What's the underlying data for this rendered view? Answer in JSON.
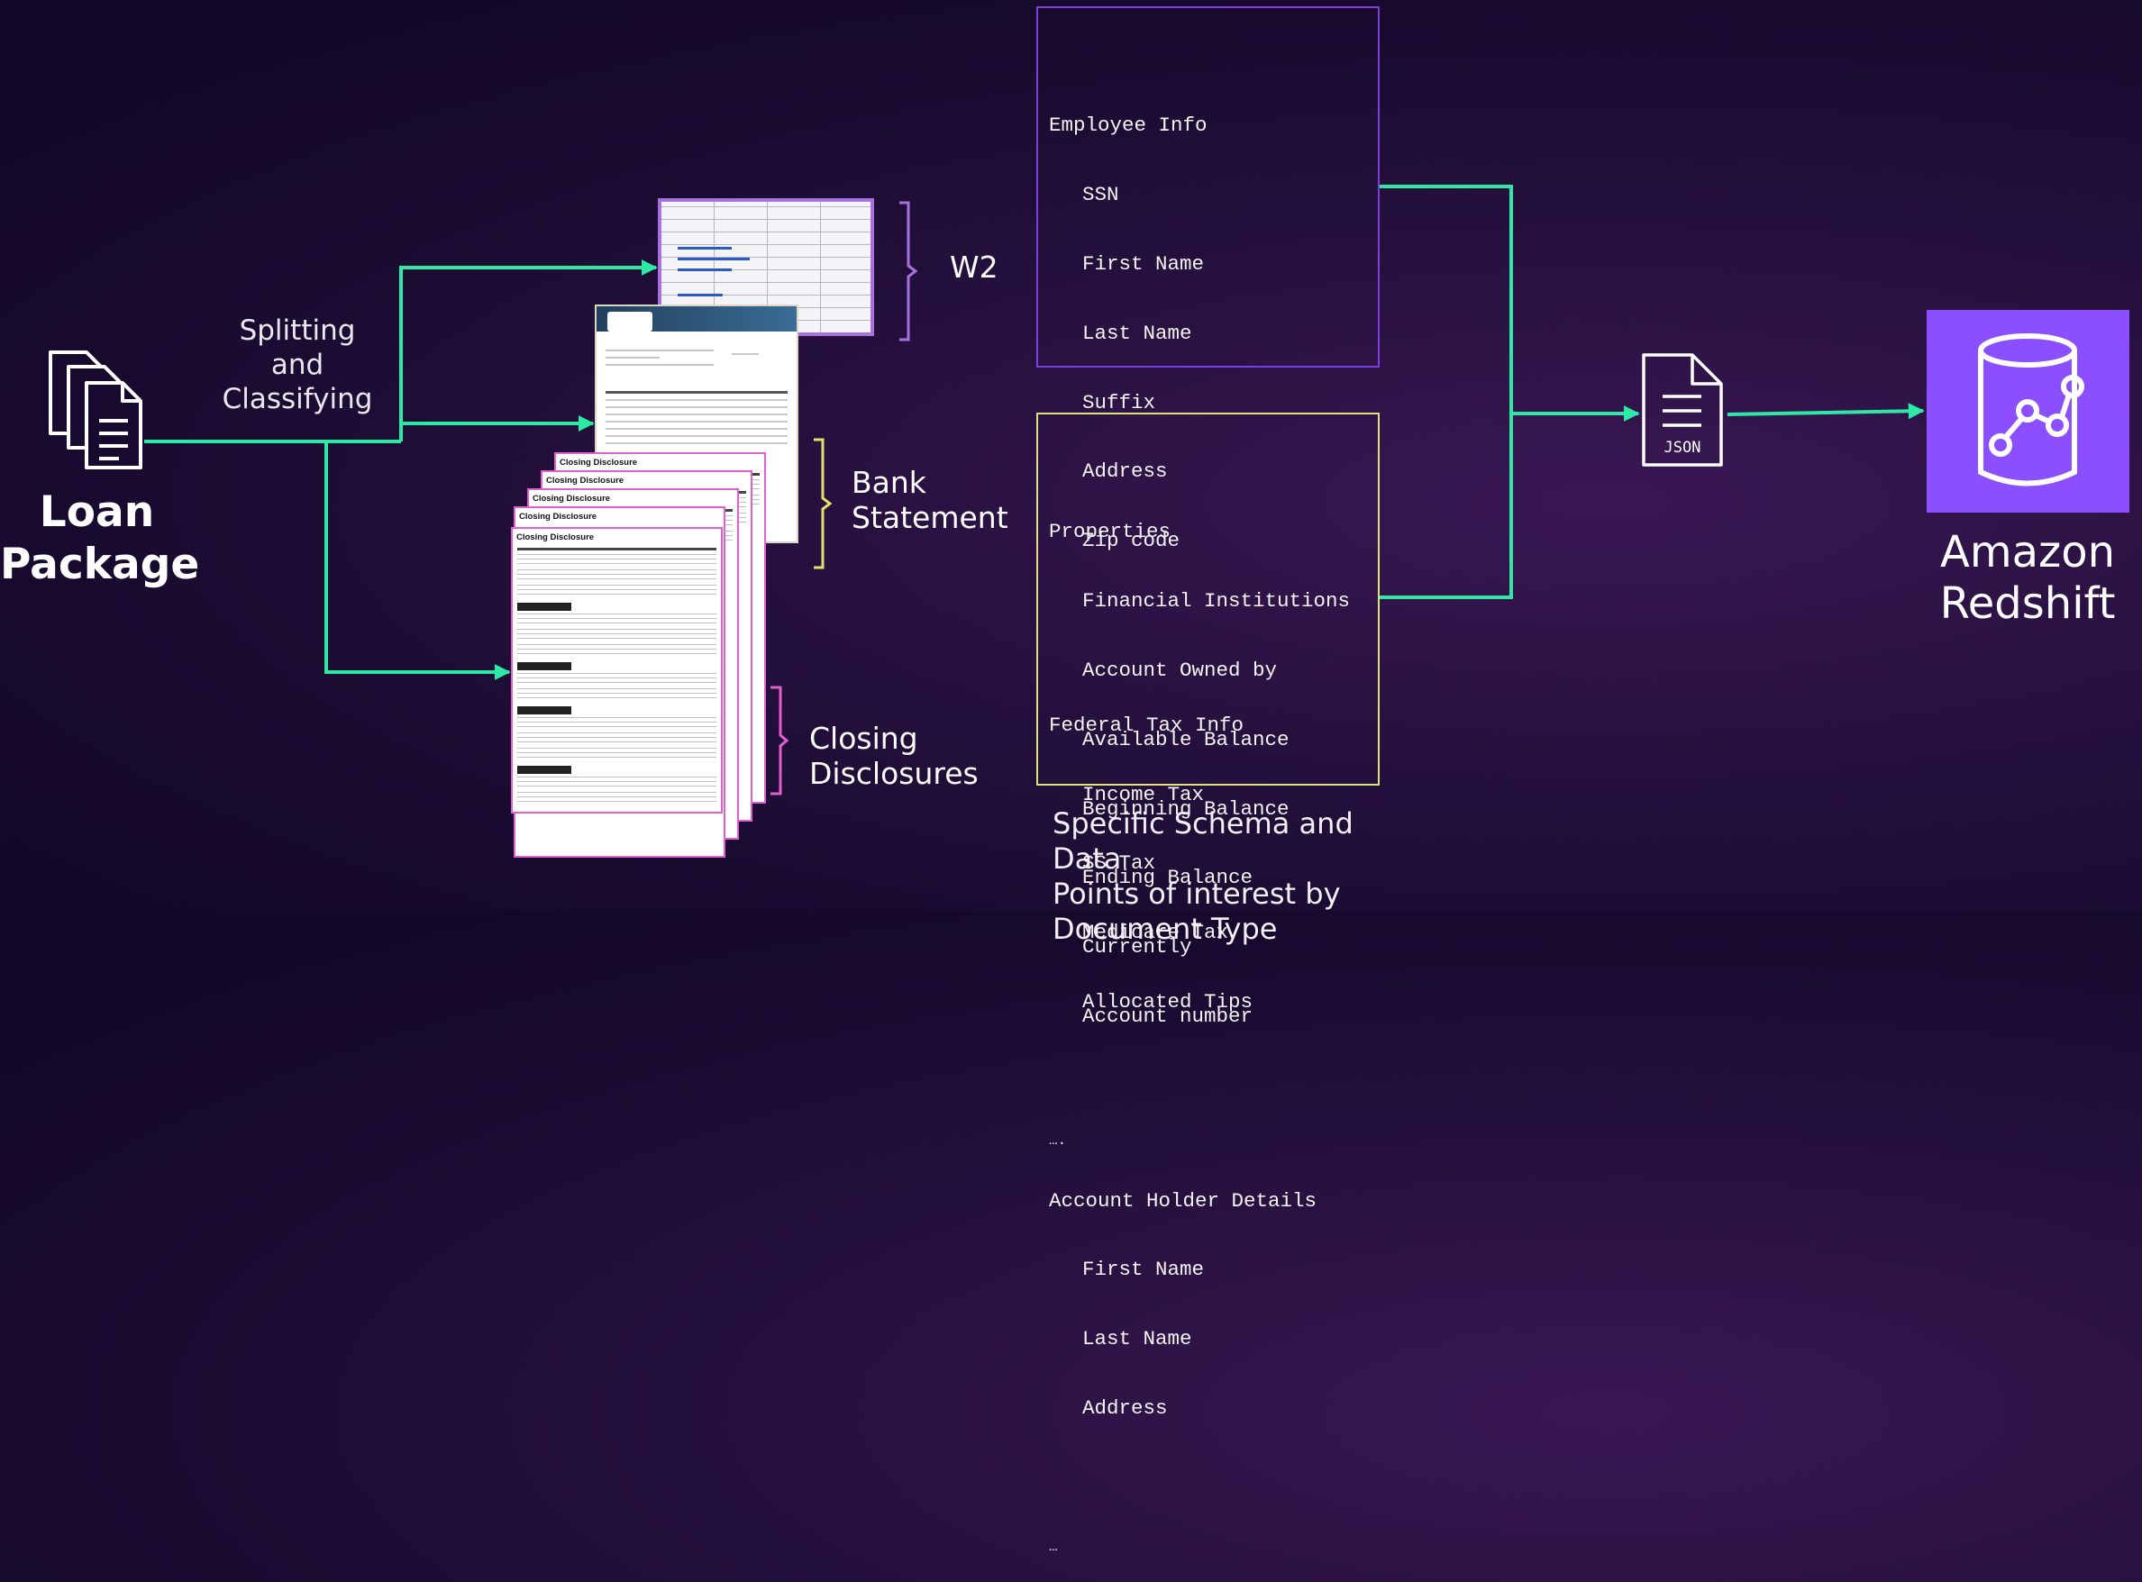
{
  "loan_package": {
    "label_line1": "Loan",
    "label_line2": "Package",
    "icon": "documents-icon"
  },
  "process": {
    "line1": "Splitting",
    "line2": "and",
    "line3": "Classifying"
  },
  "documents": {
    "w2": {
      "label": "W2",
      "bracket_color": "#a970e0"
    },
    "bank_statement": {
      "label_line1": "Bank",
      "label_line2": "Statement",
      "bracket_color": "#e3df6c"
    },
    "closing_disclosures": {
      "label_line1": "Closing",
      "label_line2": "Disclosures",
      "bracket_color": "#e25fcf",
      "sheet_title": "Closing Disclosure"
    }
  },
  "schema_w2": {
    "border_color": "#7c3fdc",
    "sections": [
      {
        "title": "Employee Info",
        "items": [
          "SSN",
          "First Name",
          "Last Name",
          "Suffix",
          "Address",
          "Zip code"
        ]
      },
      {
        "title": "Federal Tax Info",
        "items": [
          "Income Tax",
          "SS Tax",
          "Medicare Tax",
          "Allocated Tips"
        ]
      }
    ],
    "ellipsis": "…."
  },
  "schema_bank": {
    "border_color": "#dfe27c",
    "sections": [
      {
        "title": "Properties",
        "items": [
          "Financial Institutions",
          "Account Owned by",
          "Available Balance",
          "Beginning Balance",
          "Ending Balance",
          "Currently",
          "Account number"
        ]
      },
      {
        "title": "Account Holder Details",
        "items": [
          "First Name",
          "Last Name",
          "Address"
        ]
      }
    ],
    "ellipsis": "…"
  },
  "schema_caption": {
    "line1": "Specific Schema and Data",
    "line2": "Points of interest by",
    "line3": "Document Type"
  },
  "json": {
    "label": "JSON",
    "icon": "json-file-icon"
  },
  "redshift": {
    "label_line1": "Amazon",
    "label_line2": "Redshift",
    "icon": "redshift-icon",
    "color": "#8c4fff"
  },
  "connector_color": "#2ee8a6"
}
